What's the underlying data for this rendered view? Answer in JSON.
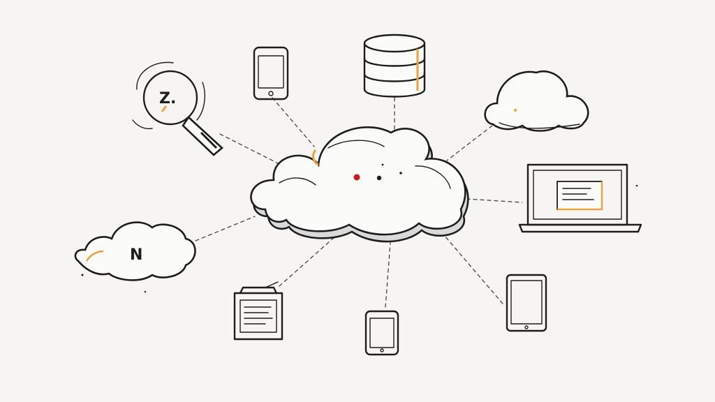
{
  "diagram": {
    "center": {
      "name": "central-cloud"
    },
    "glyphs": {
      "magnifier_symbol": "Z.",
      "small_cloud_symbol": "N"
    }
  },
  "colors": {
    "ink": "#1d1d1d",
    "paper": "#f6f5f3",
    "accent_orange": "#f0a23a",
    "accent_red": "#c81e1e"
  }
}
